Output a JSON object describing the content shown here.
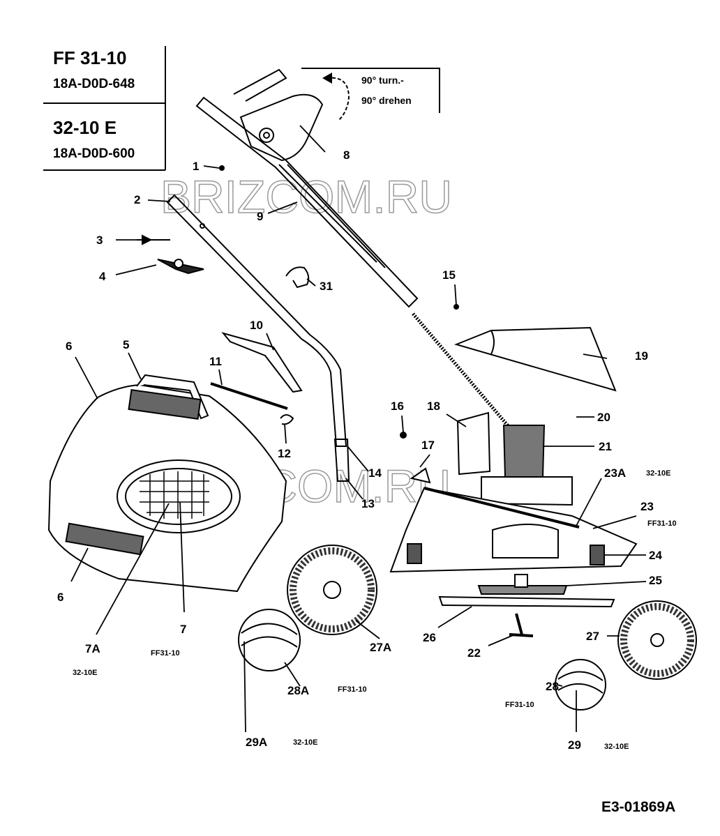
{
  "header": {
    "model_a": "FF 31-10",
    "code_a": "18A-D0D-648",
    "model_b": "32-10 E",
    "code_b": "18A-D0D-600"
  },
  "rotation_note": {
    "line1": "90° turn.-",
    "line2": "90° drehen"
  },
  "watermark": "BRIZCOM.RU",
  "footer_code": "E3-01869A",
  "callouts": [
    {
      "id": "c1",
      "text": "1"
    },
    {
      "id": "c2",
      "text": "2"
    },
    {
      "id": "c3",
      "text": "3"
    },
    {
      "id": "c4",
      "text": "4"
    },
    {
      "id": "c5",
      "text": "5"
    },
    {
      "id": "c6a",
      "text": "6"
    },
    {
      "id": "c6b",
      "text": "6"
    },
    {
      "id": "c7",
      "text": "7"
    },
    {
      "id": "c7a",
      "text": "7A"
    },
    {
      "id": "c8",
      "text": "8"
    },
    {
      "id": "c9",
      "text": "9"
    },
    {
      "id": "c10",
      "text": "10"
    },
    {
      "id": "c11",
      "text": "11"
    },
    {
      "id": "c12",
      "text": "12"
    },
    {
      "id": "c13",
      "text": "13"
    },
    {
      "id": "c14",
      "text": "14"
    },
    {
      "id": "c15",
      "text": "15"
    },
    {
      "id": "c16",
      "text": "16"
    },
    {
      "id": "c17",
      "text": "17"
    },
    {
      "id": "c18",
      "text": "18"
    },
    {
      "id": "c19",
      "text": "19"
    },
    {
      "id": "c20",
      "text": "20"
    },
    {
      "id": "c21",
      "text": "21"
    },
    {
      "id": "c22",
      "text": "22"
    },
    {
      "id": "c23",
      "text": "23"
    },
    {
      "id": "c23a",
      "text": "23A"
    },
    {
      "id": "c24",
      "text": "24"
    },
    {
      "id": "c25",
      "text": "25"
    },
    {
      "id": "c26",
      "text": "26"
    },
    {
      "id": "c27",
      "text": "27"
    },
    {
      "id": "c27a",
      "text": "27A"
    },
    {
      "id": "c28",
      "text": "28"
    },
    {
      "id": "c28a",
      "text": "28A"
    },
    {
      "id": "c29",
      "text": "29"
    },
    {
      "id": "c29a",
      "text": "29A"
    },
    {
      "id": "c31",
      "text": "31"
    }
  ],
  "variants": {
    "v7": "FF31-10",
    "v7a": "32-10E",
    "v23a": "32-10E",
    "v23": "FF31-10",
    "v28a": "FF31-10",
    "v28": "FF31-10",
    "v29a": "32-10E",
    "v29": "32-10E"
  }
}
